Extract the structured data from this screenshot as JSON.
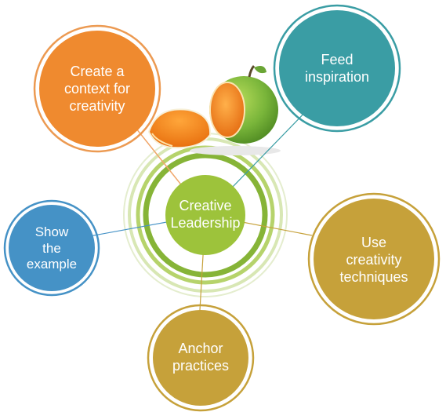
{
  "center": {
    "label": "Creative\nLeadership",
    "color": "#9dc33b"
  },
  "nodes": [
    {
      "id": "create-context",
      "label": "Create a\ncontext for\ncreativity",
      "fill": "#ef8a2f",
      "ring": "#ec9a52"
    },
    {
      "id": "feed-inspiration",
      "label": "Feed\ninspiration",
      "fill": "#3a9da4",
      "ring": "#3a9da4"
    },
    {
      "id": "show-example",
      "label": "Show\nthe\nexample",
      "fill": "#4592c6",
      "ring": "#4592c6"
    },
    {
      "id": "use-techniques",
      "label": "Use\ncreativity\ntechniques",
      "fill": "#c6a13a",
      "ring": "#c6a13a"
    },
    {
      "id": "anchor-practices",
      "label": "Anchor\npractices",
      "fill": "#c6a13a",
      "ring": "#c6a13a"
    }
  ],
  "illustration": {
    "icon": "apple-and-orange-illustration"
  }
}
